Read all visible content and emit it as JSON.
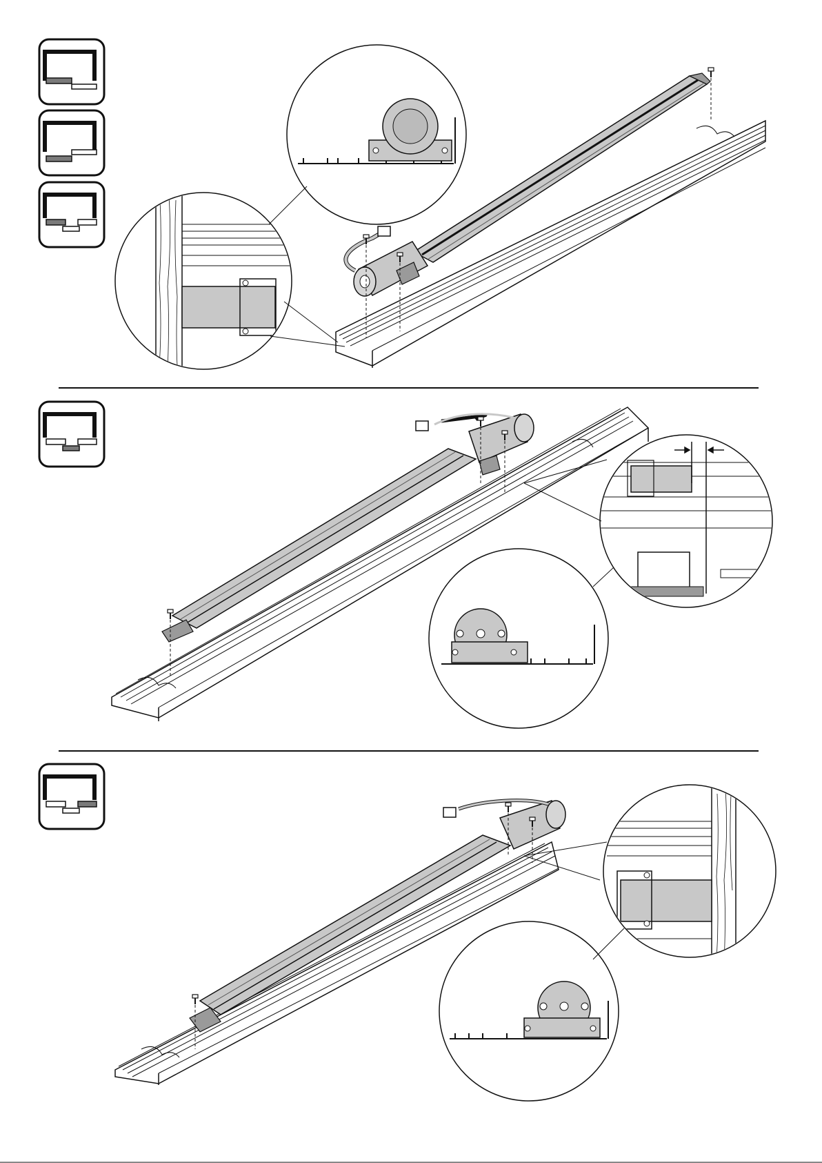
{
  "document": {
    "type": "installation-instruction-page",
    "text": [],
    "panels": [
      {
        "id": "panel-1",
        "variants": [
          {
            "id": "left-leaf",
            "highlight": "left"
          },
          {
            "id": "left-leaf-offset",
            "highlight": "left"
          },
          {
            "id": "left-leaf-three-part",
            "highlight": "left"
          }
        ],
        "detail_views": [
          "motor-end-view",
          "wall-mount-detail"
        ]
      },
      {
        "id": "panel-2",
        "variants": [
          {
            "id": "center-leaf",
            "highlight": "center"
          }
        ],
        "detail_views": [
          "clearance-detail",
          "motor-end-view"
        ]
      },
      {
        "id": "panel-3",
        "variants": [
          {
            "id": "right-leaf",
            "highlight": "right"
          }
        ],
        "detail_views": [
          "wall-mount-detail",
          "motor-end-view"
        ]
      }
    ]
  },
  "colors": {
    "line": "#111111",
    "part_fill": "#c8c8c8",
    "part_dark": "#9a9a9a",
    "highlight_leaf": "#7a7a7a",
    "background": "#ffffff"
  }
}
